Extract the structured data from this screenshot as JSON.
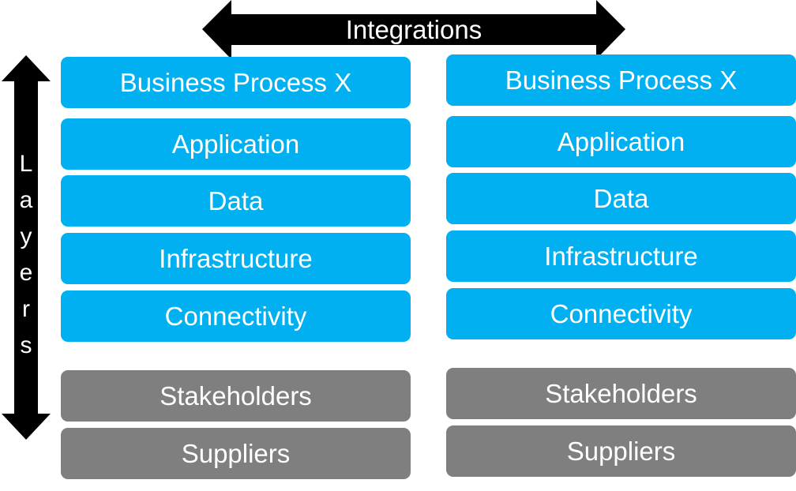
{
  "integrations_arrow": {
    "label": "Integrations",
    "color": "#000000"
  },
  "layers_arrow": {
    "letters": [
      "L",
      "a",
      "y",
      "e",
      "r",
      "s"
    ],
    "color": "#000000"
  },
  "colors": {
    "layer_box": "#00b0f0",
    "party_box": "#7f7f7f",
    "text": "#ffffff"
  },
  "stacks": [
    {
      "layers": [
        "Business Process X",
        "Application",
        "Data",
        "Infrastructure",
        "Connectivity"
      ],
      "parties": [
        "Stakeholders",
        "Suppliers"
      ]
    },
    {
      "layers": [
        "Business Process X",
        "Application",
        "Data",
        "Infrastructure",
        "Connectivity"
      ],
      "parties": [
        "Stakeholders",
        "Suppliers"
      ]
    }
  ]
}
